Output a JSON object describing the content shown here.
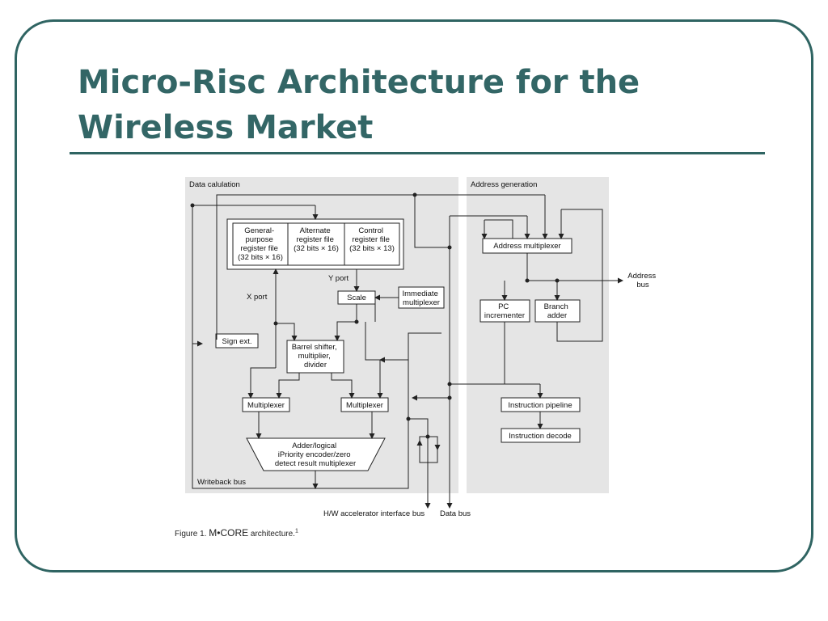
{
  "slide": {
    "title_line1": "Micro-Risc Architecture for the",
    "title_line2": "Wireless Market"
  },
  "diagram": {
    "regions": {
      "data": "Data calulation",
      "address": "Address generation"
    },
    "register_file": {
      "general_lines": [
        "General-",
        "purpose",
        "register file",
        "(32 bits × 16)"
      ],
      "alternate_lines": [
        "Alternate",
        "register file",
        "(32 bits × 16)"
      ],
      "control_lines": [
        "Control",
        "register file",
        "(32 bits × 13)"
      ]
    },
    "labels": {
      "y_port": "Y port",
      "x_port": "X port",
      "writeback": "Writeback bus",
      "address_bus_lines": [
        "Address",
        "bus"
      ],
      "hw_bus": "H/W accelerator interface bus",
      "data_bus": "Data bus"
    },
    "blocks": {
      "scale": "Scale",
      "immediate_lines": [
        "Immediate",
        "multiplexer"
      ],
      "sign_ext": "Sign ext.",
      "barrel_lines": [
        "Barrel shifter,",
        "multiplier,",
        "divider"
      ],
      "mux_left": "Multiplexer",
      "mux_right": "Multiplexer",
      "adder_lines": [
        "Adder/logical",
        "iPriority encoder/zero",
        "detect result multiplexer"
      ],
      "address_mux": "Address multiplexer",
      "pc_lines": [
        "PC",
        "incrementer"
      ],
      "branch_lines": [
        "Branch",
        "adder"
      ],
      "pipeline": "Instruction pipeline",
      "decode": "Instruction decode"
    },
    "caption": {
      "prefix": "Figure 1. ",
      "name": "M•CORE",
      "suffix": " architecture.",
      "sup": "1"
    }
  }
}
